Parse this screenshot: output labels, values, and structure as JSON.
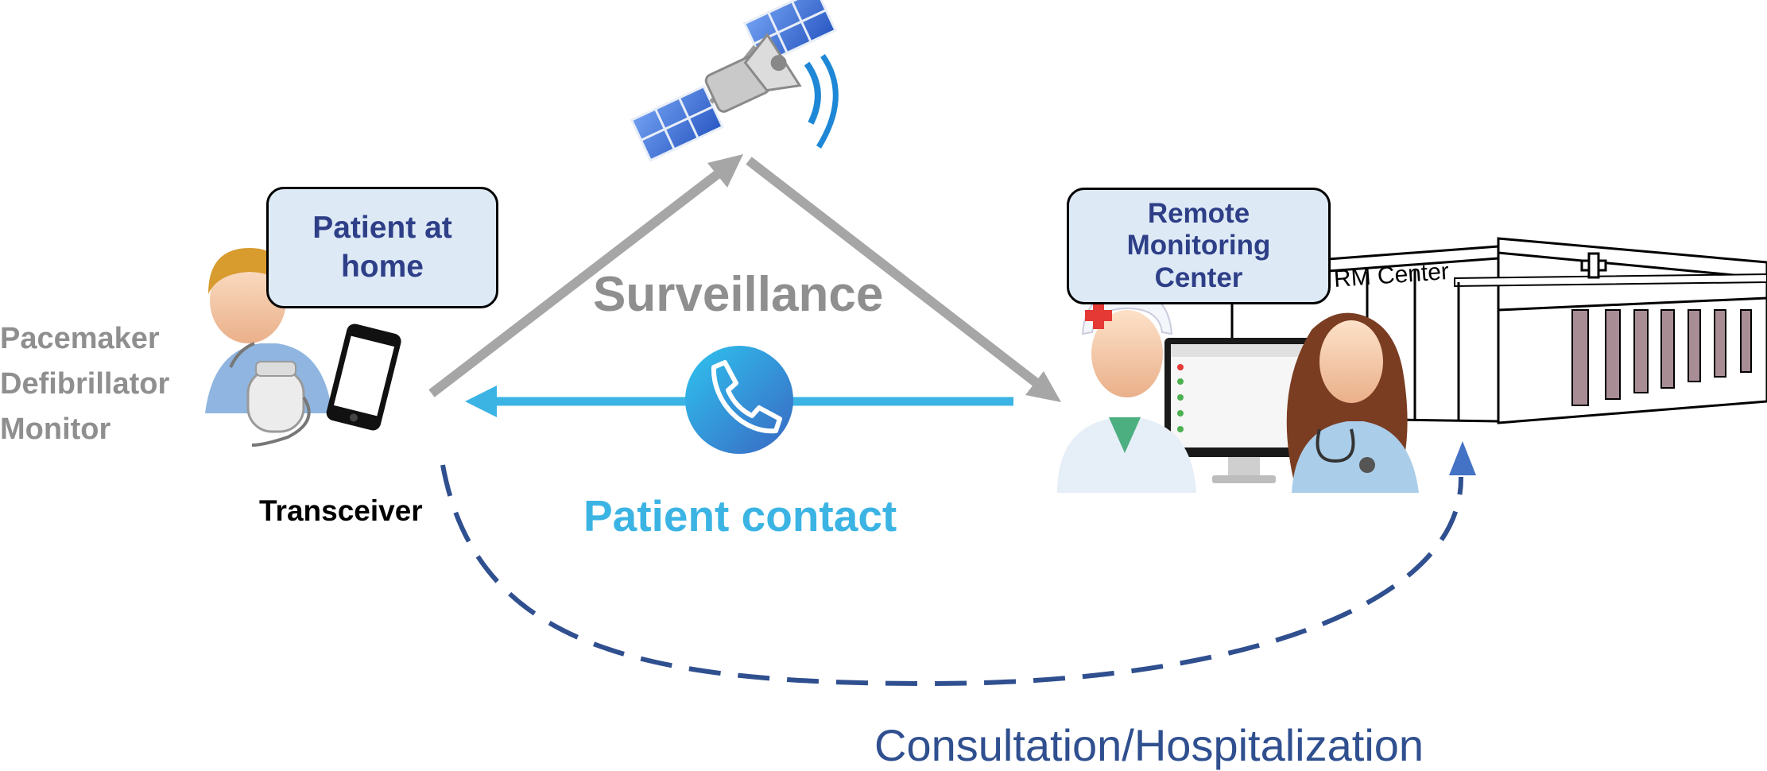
{
  "patient_box": {
    "text": "Patient at\nhome"
  },
  "center_box": {
    "text": "Remote\nMonitoring\nCenter"
  },
  "devices": [
    "Pacemaker",
    "Defibrillator",
    "Monitor"
  ],
  "transceiver_label": "Transceiver",
  "surveillance_label": "Surveillance",
  "patient_contact_label": "Patient contact",
  "consultation_label": "Consultation/Hospitalization",
  "building_sign": "RM Center",
  "colors": {
    "surveillance_arrow": "#a6a6a6",
    "contact_arrow": "#3bb4e4",
    "consultation_arrow": "#2f4f8f",
    "callout_fill": "#dde9f5",
    "callout_text": "#2e3f88"
  }
}
